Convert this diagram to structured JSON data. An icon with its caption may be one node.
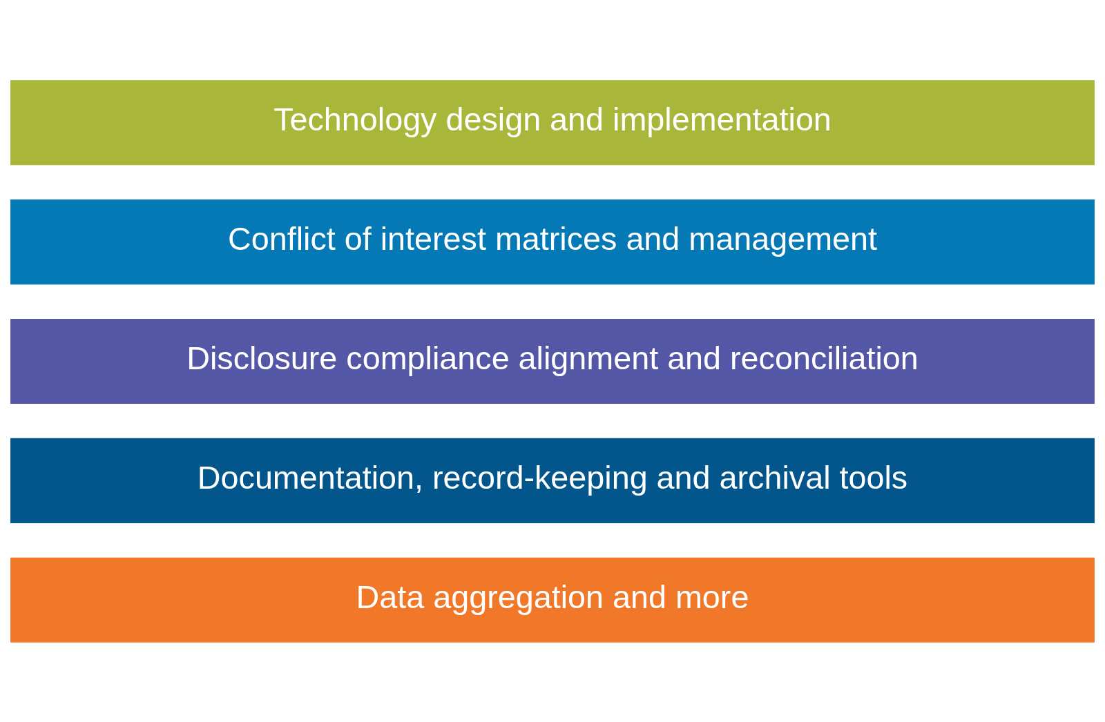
{
  "diagram": {
    "nodes": [
      {
        "text": [
          "Technology design and implementation"
        ]
      },
      {
        "text": [
          "Conflict of interest matrices and management"
        ]
      },
      {
        "text": [
          "Disclosure compliance alignment and reconciliation"
        ]
      },
      {
        "text": [
          "Documentation, record-keeping and archival tools"
        ]
      },
      {
        "text": [
          "Data aggregation and more"
        ]
      }
    ]
  }
}
